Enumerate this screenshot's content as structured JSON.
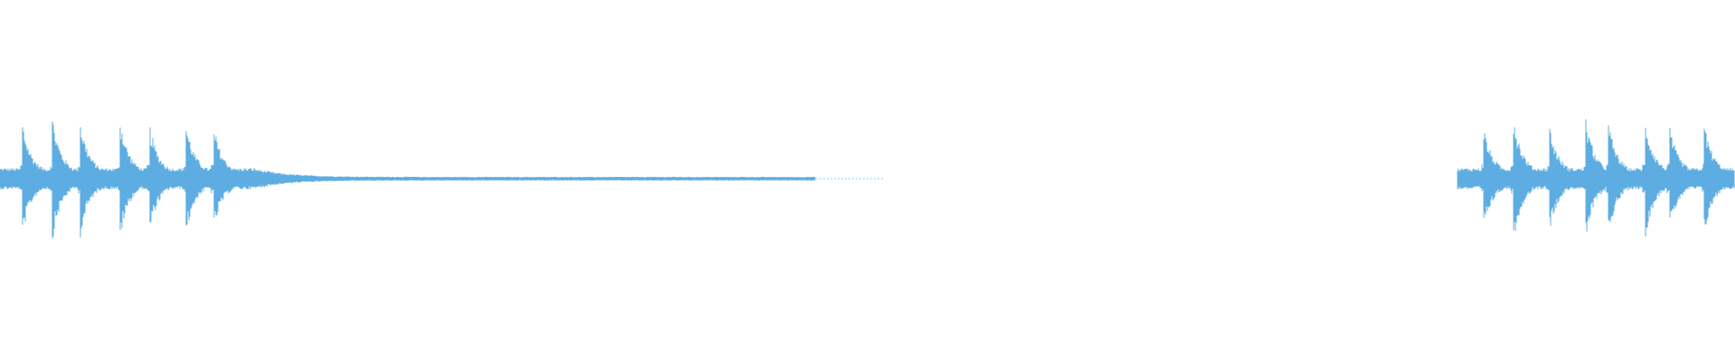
{
  "waveform": {
    "color": "#5dade2",
    "background": "#ffffff",
    "segments": [
      {
        "start": 0.0,
        "end": 0.51,
        "transients": [
          0.013,
          0.03,
          0.046,
          0.069,
          0.086,
          0.107,
          0.123
        ],
        "transient_peaks": [
          0.74,
          0.88,
          0.84,
          0.86,
          0.74,
          0.78,
          0.7
        ],
        "decay_start": 0.135,
        "noise_end": 0.51
      },
      {
        "start": 0.84,
        "end": 1.0,
        "transients": [
          0.855,
          0.872,
          0.893,
          0.914,
          0.927,
          0.948,
          0.962,
          0.982
        ],
        "transient_peaks": [
          0.68,
          0.94,
          0.7,
          0.82,
          0.76,
          0.86,
          0.72,
          0.78
        ]
      }
    ]
  }
}
